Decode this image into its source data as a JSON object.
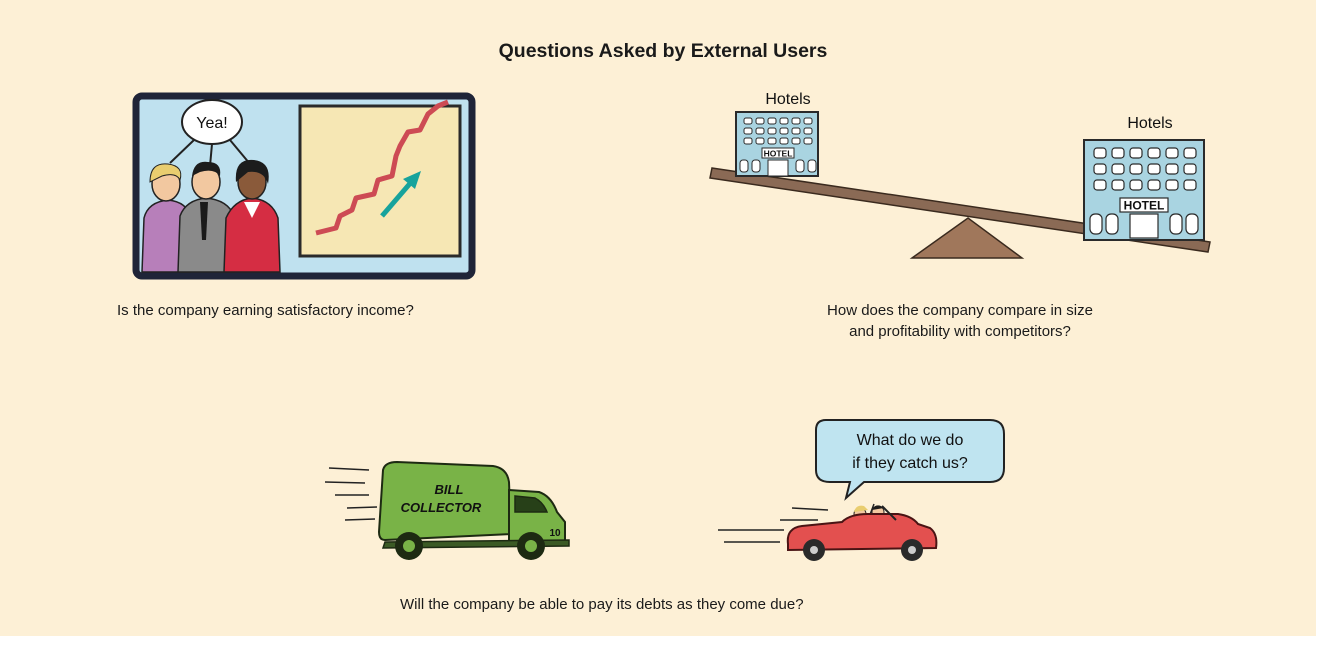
{
  "title": "Questions Asked by External Users",
  "panels": {
    "income": {
      "speech": "Yea!",
      "caption": "Is the company earning satisfactory income?"
    },
    "compare": {
      "left_label": "Hotels",
      "right_label": "Hotels",
      "left_sign": "HOTEL",
      "right_sign": "HOTEL",
      "caption_line1": "How does the company compare in size",
      "caption_line2": "and profitability with competitors?"
    },
    "debts": {
      "truck_line1": "BILL",
      "truck_line2": "COLLECTOR",
      "truck_number": "10",
      "speech_line1": "What do we do",
      "speech_line2": "if they catch us?",
      "caption": "Will the company be able to pay its debts as they come due?"
    }
  },
  "colors": {
    "background": "#fdf0d6",
    "truck": "#79b347",
    "car": "#e3504f",
    "chart_line": "#cd4b54",
    "arrow": "#17a39c",
    "bubble": "#bfe4f0"
  }
}
